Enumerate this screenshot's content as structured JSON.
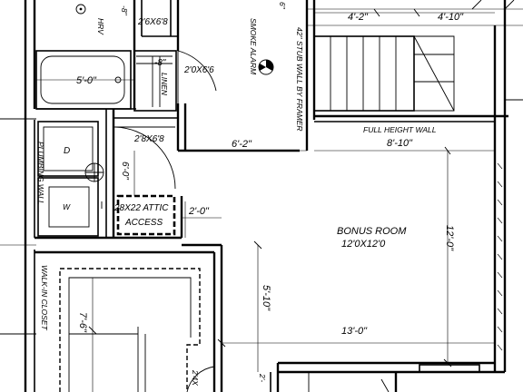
{
  "labels": {
    "hrv": "HRV",
    "door_top": "2'6X6'8",
    "dim_8_top": "-8\"",
    "dim_8_side": "-8\"",
    "linen": "LINEN",
    "door_2_0": "2'0X6'6",
    "tub_dim": "5'-0\"",
    "dim_6_top": "6\"",
    "smoke_alarm": "SMOKE ALARM",
    "stub_wall": "42\" STUB WALL BY FRAMER",
    "dim_4_2": "4'-2\"",
    "dim_4_10": "4'-10\"",
    "full_height_wall": "FULL HEIGHT WALL",
    "dim_8_10": "8'-10\"",
    "door_bath": "2'8X6'8",
    "dim_6_2": "6'-2\"",
    "plumbing_wall": "PLUMBING WALL",
    "dryer": "D",
    "washer": "W",
    "dim_6_0": "6'-0\"",
    "attic_line1": "28X22 ATTIC",
    "attic_line2": "ACCESS",
    "dim_2_0": "2'-0\"",
    "room_name": "BONUS ROOM",
    "room_size": "12'0X12'0",
    "dim_12_0": "12'-0\"",
    "dim_5_10": "5'-10\"",
    "dim_13_0": "13'-0\"",
    "walk_in_closet": "WALK-IN CLOSET",
    "dim_7_6": "7'-6\"",
    "door_bottom": "2'4X",
    "dim_2_bottom": "2'-"
  }
}
